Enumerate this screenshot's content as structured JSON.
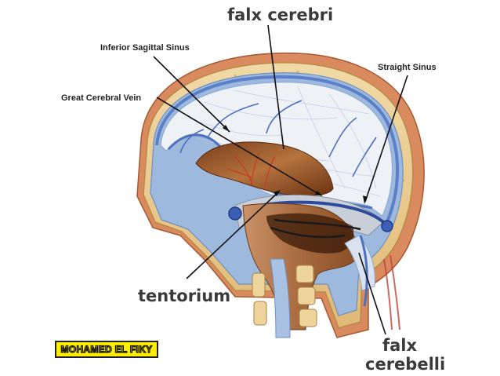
{
  "labels": {
    "falx_cerebri": "falx cerebri",
    "inferior_sagittal_sinus": "Inferior Sagittal Sinus",
    "straight_sinus": "Straight Sinus",
    "great_cerebral_vein": "Great Cerebral Vein",
    "tentorium": "tentorium",
    "falx_cerebelli_line1": "falx",
    "falx_cerebelli_line2": "cerebelli"
  },
  "author": "MOHAMED EL FIKY",
  "colors": {
    "scalp": "#d98a5f",
    "skull": "#e8c98c",
    "dura": "#9db9dd",
    "falx": "#eef1f6",
    "brain": "#9a5a2e",
    "sinus": "#4d6fc0",
    "badge": "#ffee00"
  }
}
